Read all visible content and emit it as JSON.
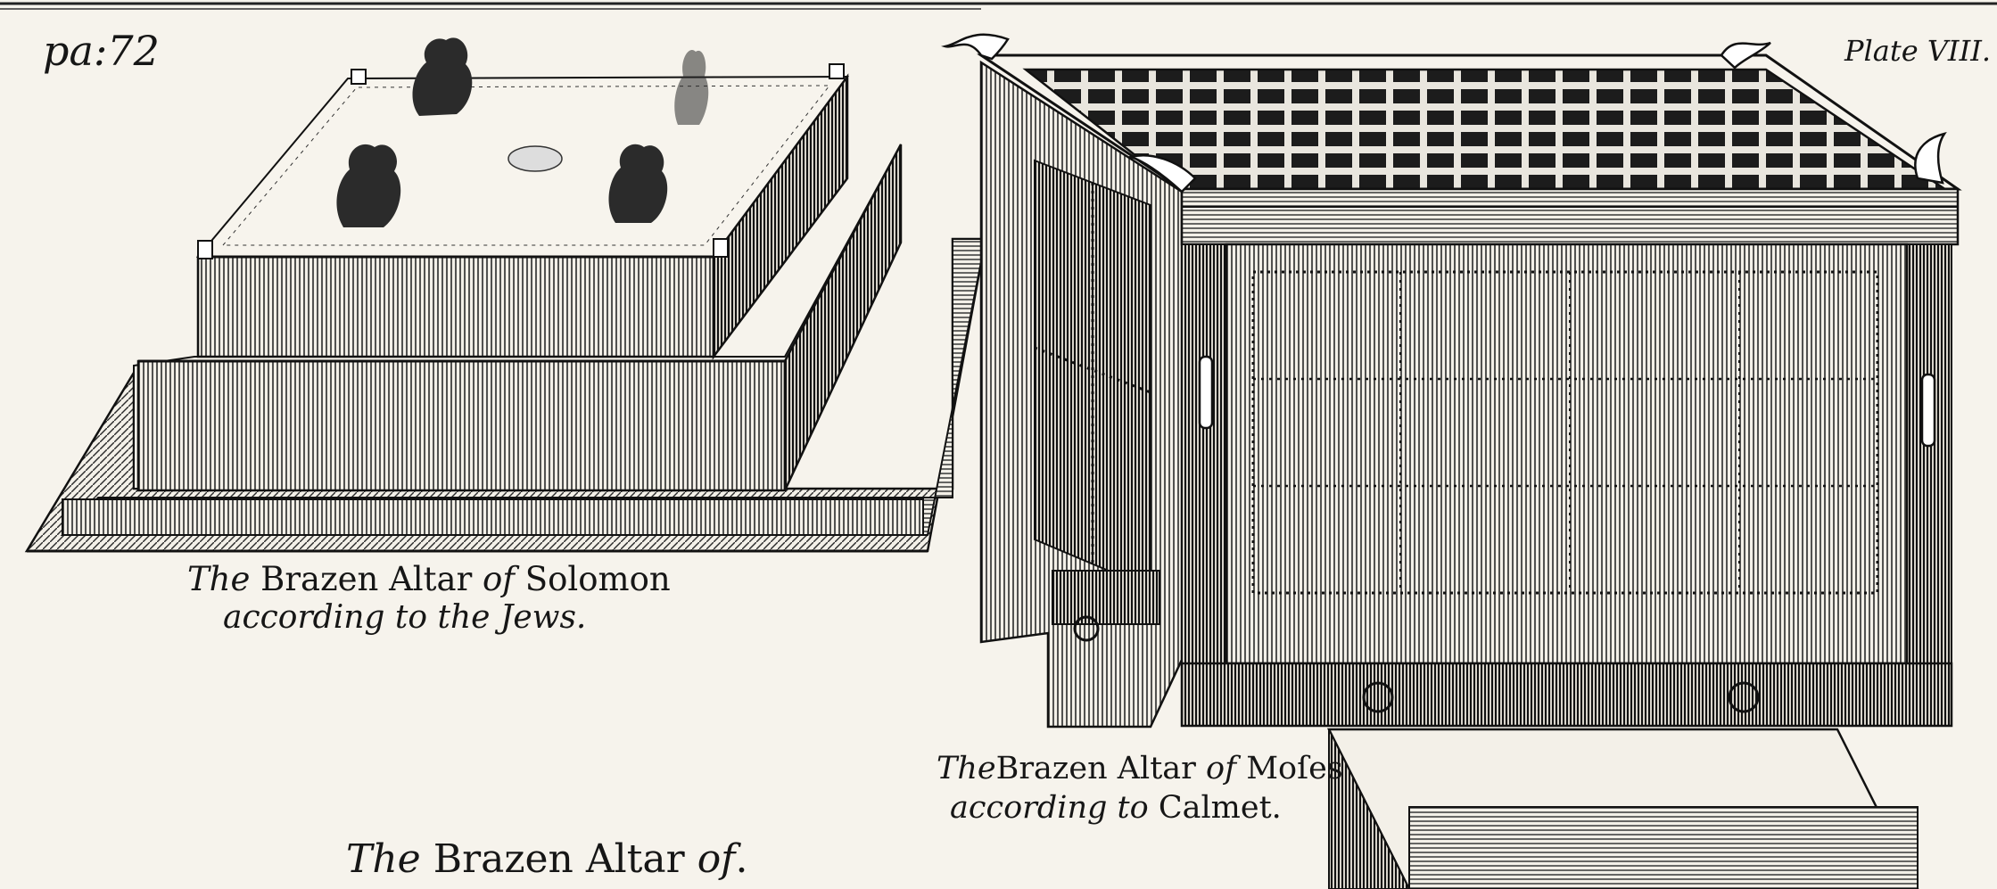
{
  "plate": {
    "page_ref": "pa:72",
    "plate_number": "Plate VIII."
  },
  "captions": {
    "solomon": {
      "prefix": "The",
      "name_a": "Brazen Altar",
      "of": "of",
      "name_b": "Solomon",
      "line2": "according to the Jews."
    },
    "moses": {
      "prefix": "The",
      "name_a": "Brazen Altar",
      "of": "of",
      "name_b": "Moſes",
      "line2_a": "according to",
      "line2_b": "Calmet."
    },
    "bottom": {
      "prefix": "The",
      "name_a": "Brazen Altar",
      "of": "of",
      "tail": "."
    }
  },
  "style": {
    "ink": "#1a1a1a",
    "paper": "#f6f3ec"
  }
}
